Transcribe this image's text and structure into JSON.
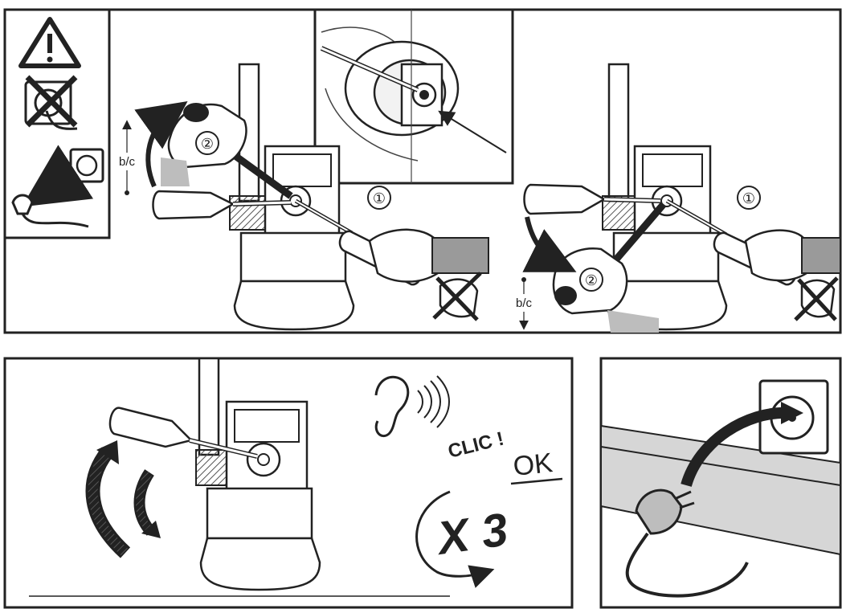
{
  "labels": {
    "step_one": "①",
    "step_two": "②",
    "direction": "b/c",
    "click": "CLIC !",
    "ok": "OK",
    "repeat": "X 3"
  },
  "icons": [
    "warning-icon",
    "unplugged-socket-icon",
    "unplug-plug-icon",
    "ear-icon",
    "no-touch-hand-icon",
    "wall-socket-icon",
    "plug-icon"
  ],
  "colors": {
    "ink": "#222222",
    "paper": "#ffffff",
    "shade": "#c8c8c8",
    "dark": "#4a4a4a"
  }
}
